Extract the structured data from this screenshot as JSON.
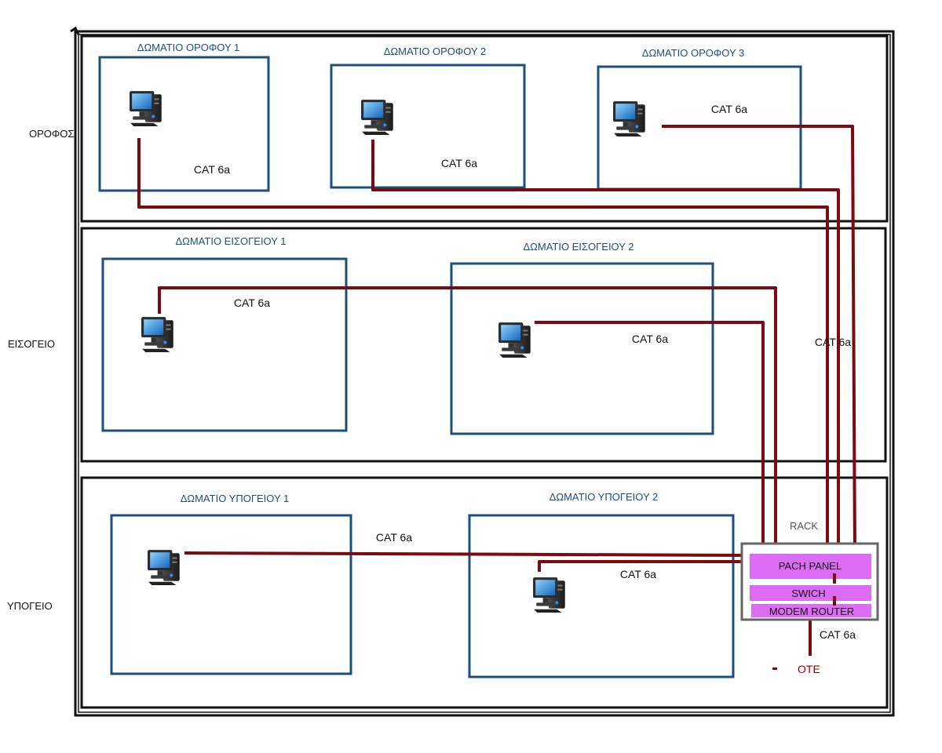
{
  "colors": {
    "room_border": "#1b4f7e",
    "room_title": "#1b4f7e",
    "cable": "#7a0b10",
    "frame": "#111111",
    "device_fill": "#dd6cf5",
    "rack_border": "#666666",
    "ote": "#8b0000"
  },
  "floors": [
    {
      "id": "orofos",
      "label": "ΟΡΟΦΟΣ"
    },
    {
      "id": "isogeio",
      "label": "ΕΙΣΟΓΕΙΟ"
    },
    {
      "id": "ypogeio",
      "label": "ΥΠΟΓΕΙΟ"
    }
  ],
  "rooms": [
    {
      "id": "orofou-1",
      "title": "ΔΩΜΑΤΙΟ ΟΡΟΦΟΥ 1",
      "icon": "computer-icon",
      "cable_label": "CAT 6a"
    },
    {
      "id": "orofou-2",
      "title": "ΔΩΜΑΤΙΟ ΟΡΟΦΟΥ 2",
      "icon": "computer-icon",
      "cable_label": "CAT 6a"
    },
    {
      "id": "orofou-3",
      "title": "ΔΩΜΑΤΙΟ ΟΡΟΦΟΥ 3",
      "icon": "computer-icon",
      "cable_label": "CAT 6a"
    },
    {
      "id": "isogeiou-1",
      "title": "ΔΩΜΑΤΙΟ ΕΙΣΟΓΕΙΟΥ 1",
      "icon": "computer-icon",
      "cable_label": "CAT 6a"
    },
    {
      "id": "isogeiou-2",
      "title": "ΔΩΜΑΤΙΟ ΕΙΣΟΓΕΙΟΥ 2",
      "icon": "computer-icon",
      "cable_label": "CAT 6a"
    },
    {
      "id": "ypogeiou-1",
      "title": "ΔΩΜΑΤΙΟ ΥΠΟΓΕΙΟΥ 1",
      "icon": "computer-icon",
      "cable_label": "CAT 6a"
    },
    {
      "id": "ypogeiou-2",
      "title": "ΔΩΜΑΤΙΟ ΥΠΟΓΕΙΟΥ 2",
      "icon": "computer-icon",
      "cable_label": "CAT 6a"
    }
  ],
  "riser_cable_label": "CAT 6a",
  "rack": {
    "title": "RACK",
    "devices": [
      {
        "id": "patch-panel",
        "label": "PACH PANEL"
      },
      {
        "id": "switch",
        "label": "SWICH"
      },
      {
        "id": "modem-router",
        "label": "MODEM ROUTER"
      }
    ],
    "uplink_cable_label": "CAT 6a"
  },
  "isp": {
    "label": "OTE"
  }
}
